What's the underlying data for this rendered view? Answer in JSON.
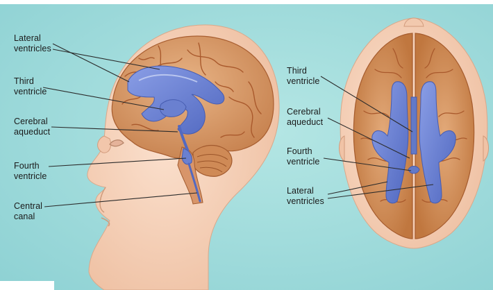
{
  "colors": {
    "background": "#9fdcdc",
    "skin": "#f6d2bb",
    "brain": "#d99a66",
    "brain_fold": "#a9592c",
    "ventricle": "#6f86d6",
    "ventricle_dark": "#4c63b8",
    "leader_line": "#2a2a2a"
  },
  "labels": {
    "lateral_ventricles_left": "Lateral\nventricles",
    "third_ventricle_left": "Third\nventricle",
    "cerebral_aqueduct_left": "Cerebral\naqueduct",
    "fourth_ventricle_left": "Fourth\nventricle",
    "central_canal": "Central\ncanal",
    "third_ventricle_right": "Third\nventricle",
    "cerebral_aqueduct_right": "Cerebral\naqueduct",
    "fourth_ventricle_right": "Fourth\nventricle",
    "lateral_ventricles_right": "Lateral\nventricles"
  }
}
